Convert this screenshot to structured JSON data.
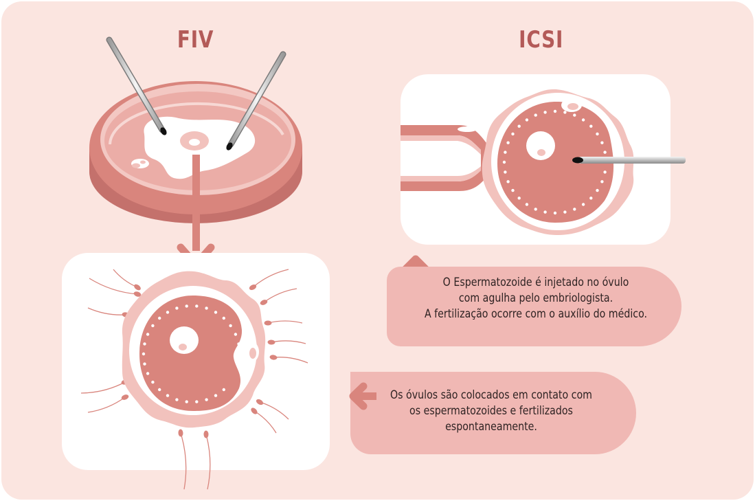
{
  "titles": {
    "fiv": "FIV",
    "icsi": "ICSI"
  },
  "captions": {
    "icsi": [
      "O Espermatozoide é injetado no óvulo",
      "com agulha pelo embriologista.",
      "A fertilização ocorre com o auxílio do médico."
    ],
    "fiv": [
      "Os óvulos são colocados em contato com",
      "os espermatozoides e fertilizados",
      "espontaneamente."
    ]
  },
  "colors": {
    "background": "#fbe5e0",
    "panel": "#ffffff",
    "egg": "#d9857d",
    "membrane": "#f2c2bd",
    "dark_accent": "#b35a58",
    "dish_side": "#c4716c",
    "callout": "#f0b8b4",
    "arrow": "#d9857d",
    "text": "#2f2323"
  },
  "icons": [
    "petri-dish-icon",
    "pipette-icon",
    "egg-cell-icon",
    "sperm-icon",
    "holding-pipette-icon",
    "injection-needle-icon",
    "arrow-down-icon",
    "arrow-up-icon",
    "arrow-left-icon"
  ]
}
